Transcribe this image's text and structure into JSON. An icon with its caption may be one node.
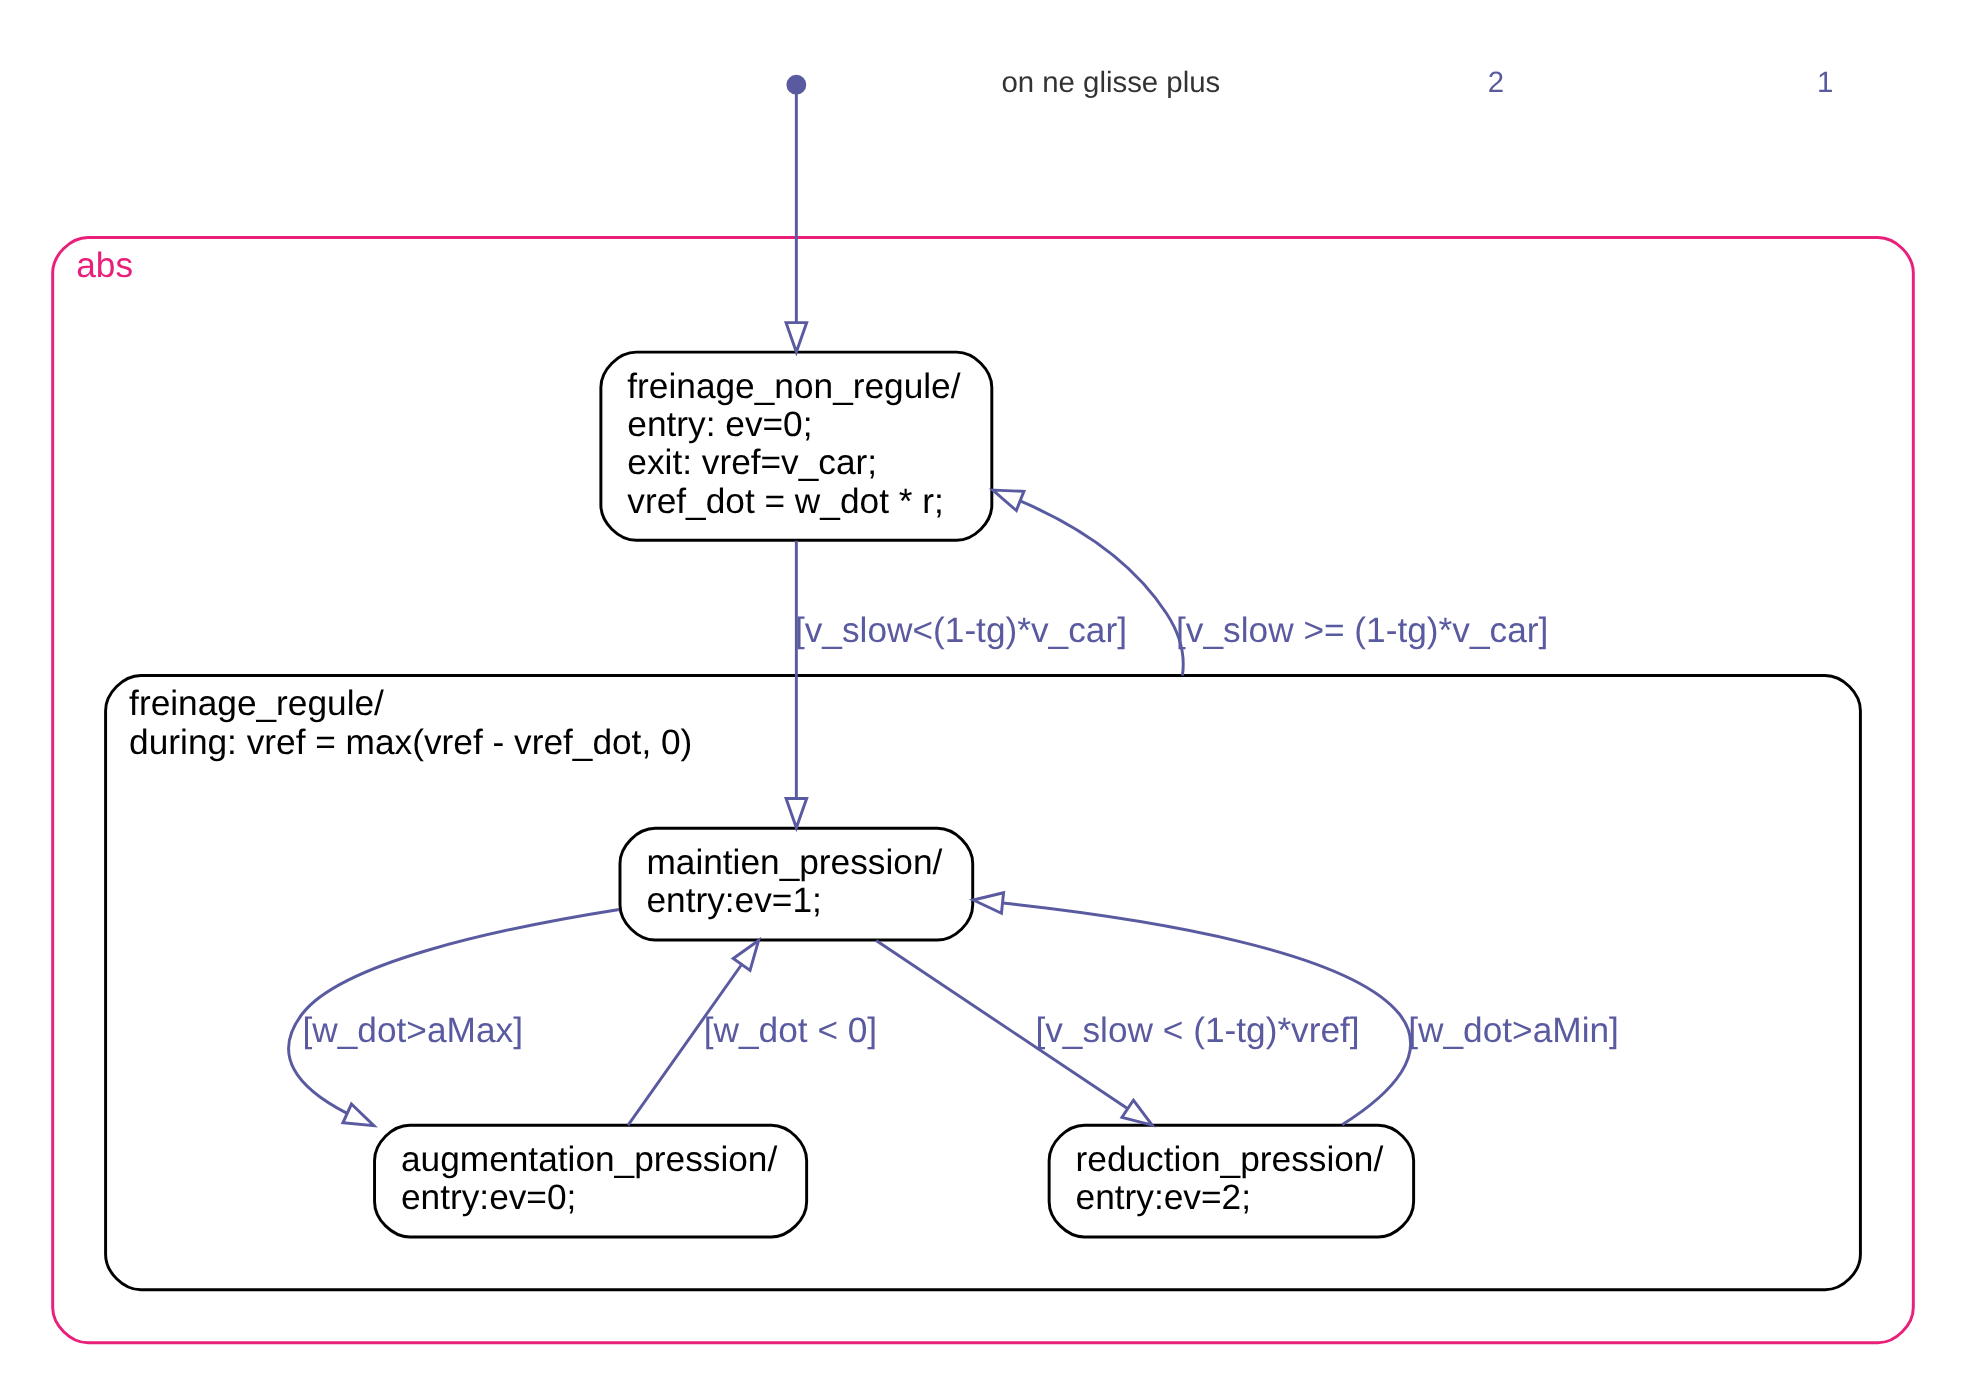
{
  "diagram": {
    "nodes": [
      {
        "text": [
          "abs"
        ]
      },
      {
        "text": [],
        "shape": "circle"
      },
      {
        "text": [
          "freinage_non_regule/",
          "entry: ev=0;",
          "exit: vref=v_car;",
          "vref_dot = w_dot * r;"
        ],
        "in": 0
      },
      {
        "text": [
          "freinage_regule/",
          "during: vref = max(vref - vref_dot, 0)"
        ],
        "in": 0
      },
      {
        "text": [
          "maintien_pression/",
          "entry:ev=1;"
        ],
        "in": 3
      },
      {
        "text": [
          "augmentation_pression/",
          "entry:ev=0;"
        ],
        "in": 3
      },
      {
        "text": [
          "reduction_pression/",
          "entry:ev=2;"
        ],
        "in": 3
      }
    ],
    "edges": [
      {
        "from": 1,
        "to": 2,
        "arrow": "to"
      },
      {
        "from": 3,
        "to": 2,
        "arrow": "to",
        "label": "[v_slow >= (1-tg)*v_car]"
      },
      {
        "from": 2,
        "to": 4,
        "arrow": "to",
        "label": "[v_slow<(1-tg)*v_car]"
      },
      {
        "from": 4,
        "to": 5,
        "arrow": "to",
        "label": "[w_dot>aMax]"
      },
      {
        "from": 4,
        "to": 6,
        "arrow": "to",
        "label": "[v_slow < (1-tg)*vref]"
      },
      {
        "from": 5,
        "to": 4,
        "arrow": "to",
        "label": "[w_dot < 0]"
      },
      {
        "from": 6,
        "to": 4,
        "arrow": "to",
        "label": "[w_dot>aMin]"
      }
    ],
    "labels": [
      "on ne glisse plus",
      "2",
      "1"
    ]
  }
}
